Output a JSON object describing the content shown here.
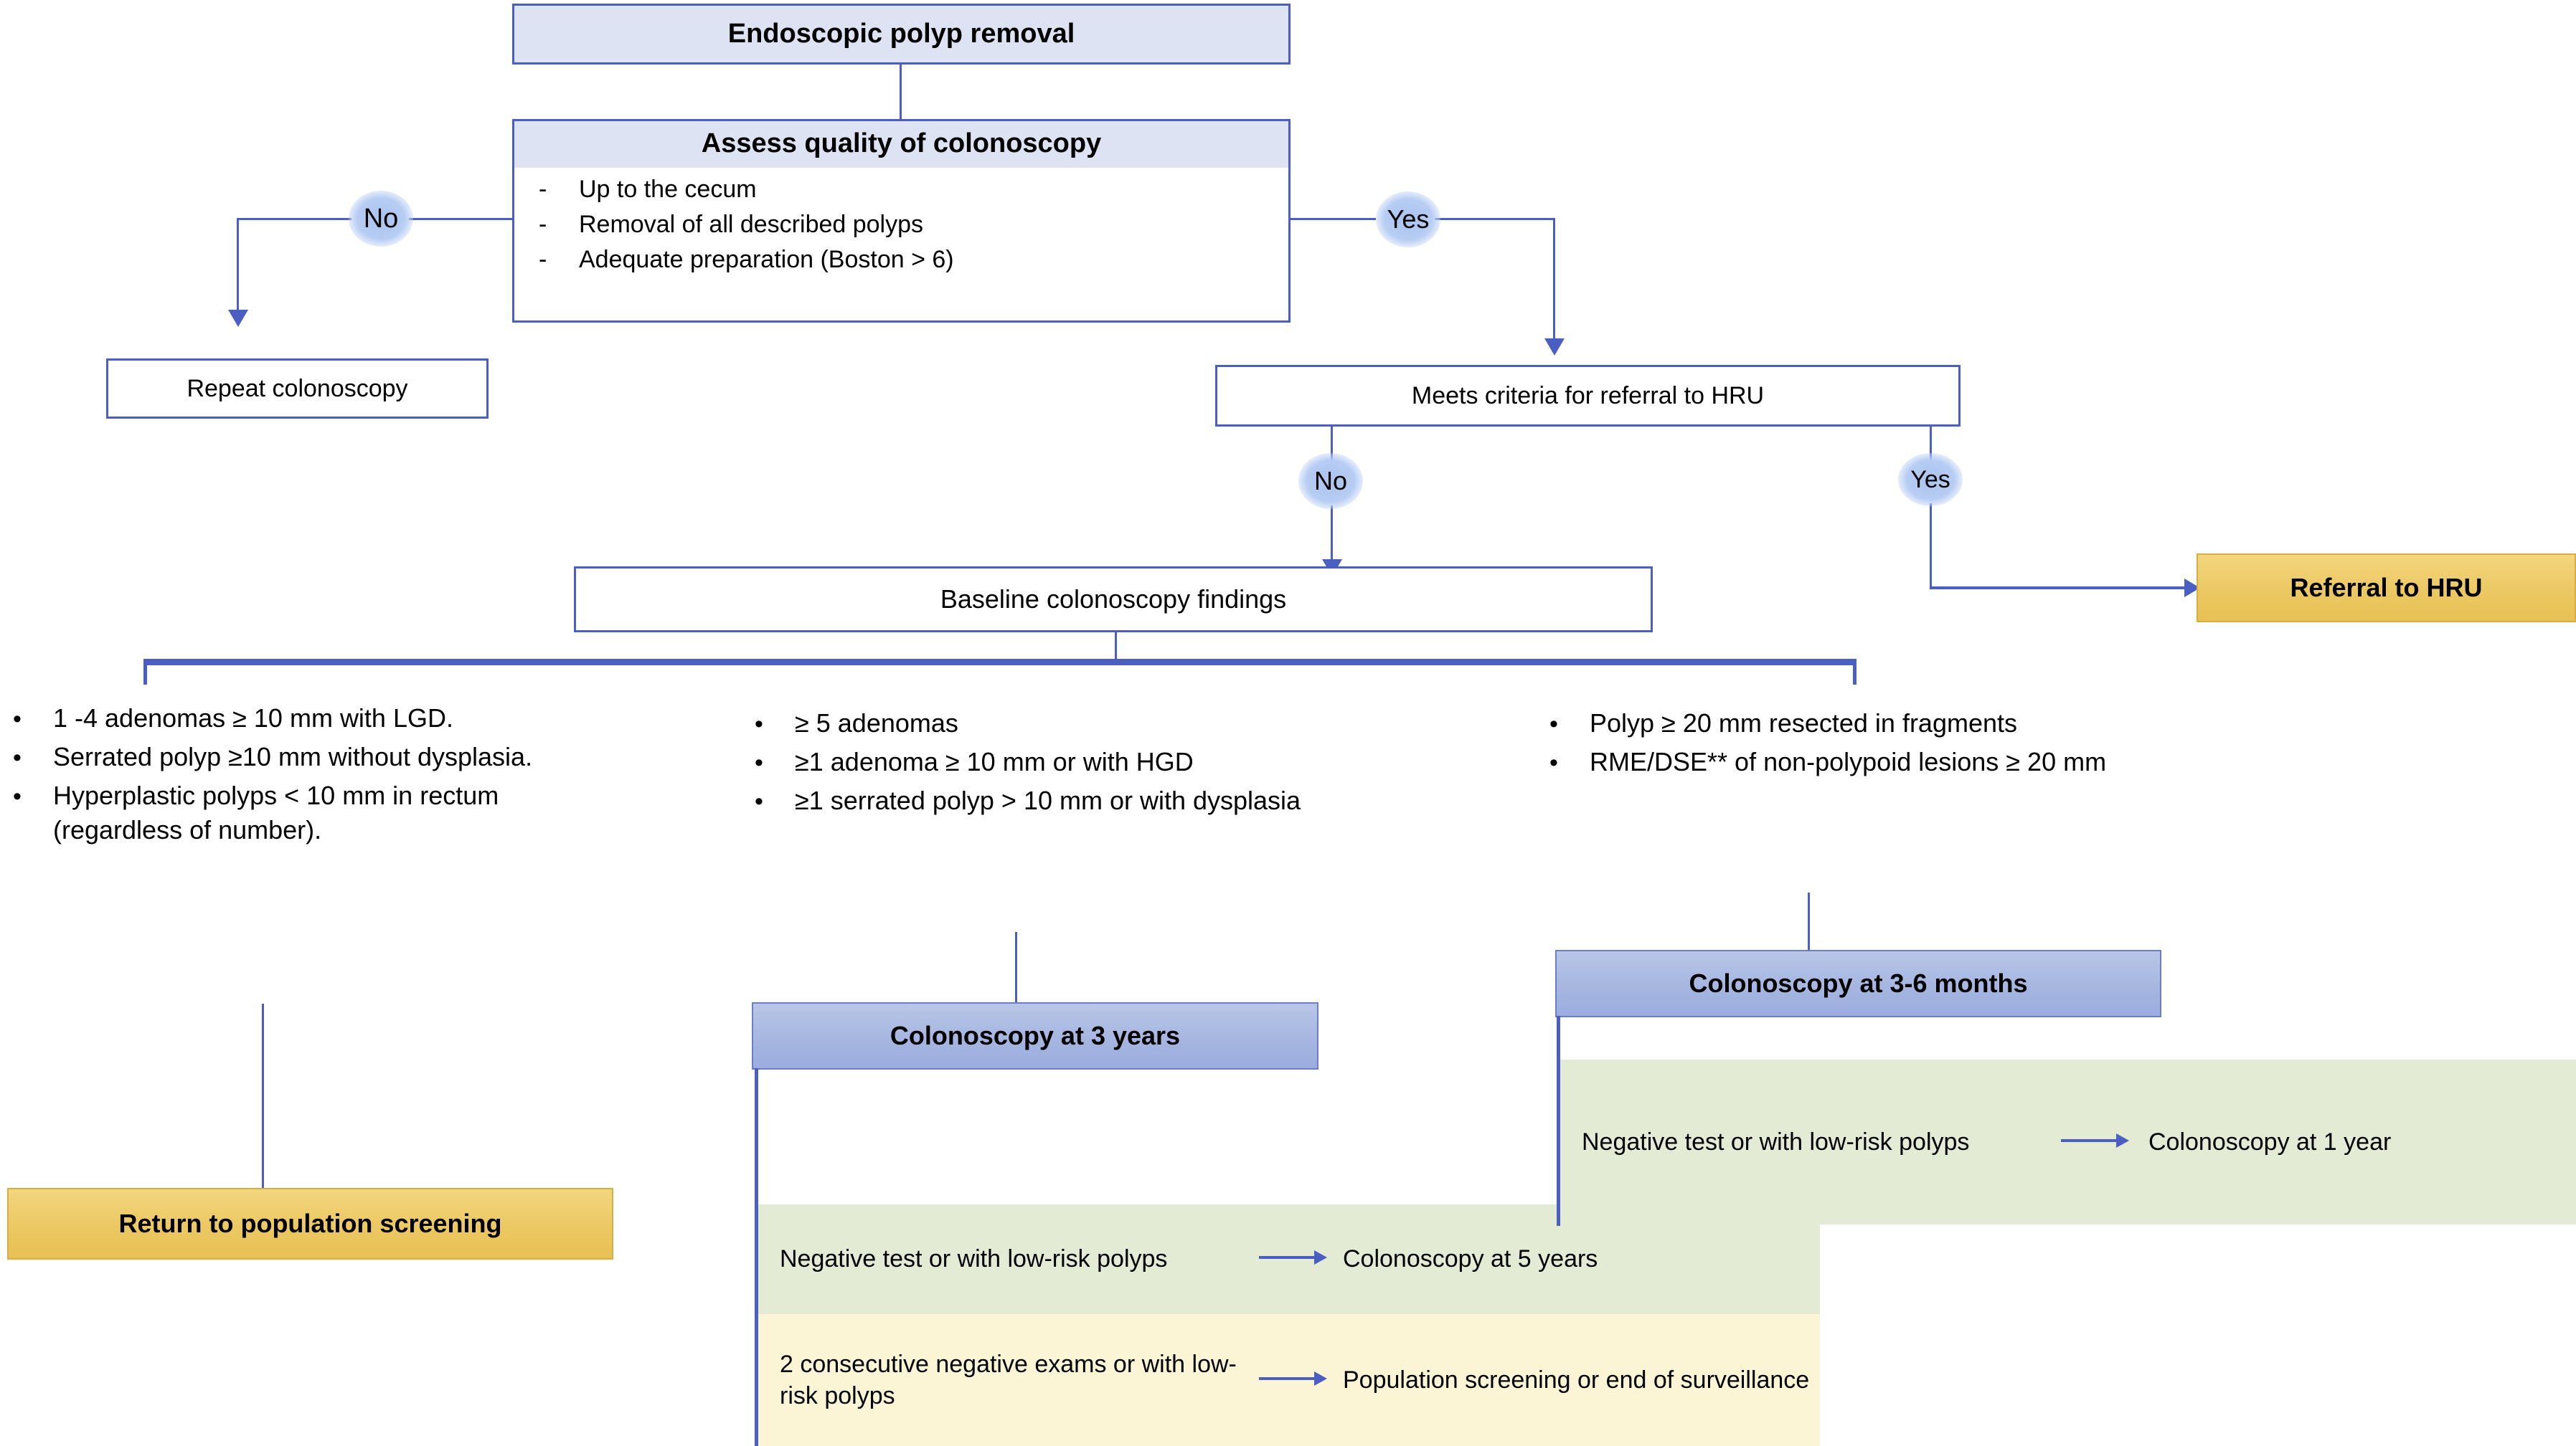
{
  "diagram": {
    "title": "Endoscopic polyp removal surveillance algorithm",
    "colors": {
      "line": "#4a5fc1",
      "header_light_blue": "#dde3f2",
      "header_blue": "#a6b6e0",
      "terminal_gold": "#ecc863",
      "panel_green": "#e3ebd5",
      "panel_cream": "#fbf5d6"
    }
  },
  "nodes": {
    "start": {
      "label": "Endoscopic polyp removal"
    },
    "quality": {
      "title": "Assess quality of colonoscopy",
      "dash": "-",
      "items": [
        "Up to the cecum",
        "Removal of all described polyps",
        "Adequate preparation (Boston > 6)"
      ]
    },
    "repeat": {
      "label": "Repeat colonoscopy"
    },
    "hru_criteria": {
      "label": "Meets criteria for referral to HRU"
    },
    "referral_hru": {
      "label": "Referral to HRU"
    },
    "baseline": {
      "label": "Baseline colonoscopy findings"
    },
    "return_population": {
      "label": "Return to population screening"
    },
    "colo_3y": {
      "label": "Colonoscopy at 3 years"
    },
    "colo_3_6m": {
      "label": "Colonoscopy at 3-6 months"
    }
  },
  "edge_labels": {
    "quality_no": "No",
    "quality_yes": "Yes",
    "hru_no": "No",
    "hru_yes": "Yes"
  },
  "columns": {
    "low_risk": {
      "bullet": "•",
      "items": [
        "1 -4 adenomas ≥ 10 mm with LGD.",
        "Serrated polyp ≥10 mm without dysplasia.",
        "Hyperplastic polyps < 10 mm in rectum (regardless of number)."
      ]
    },
    "intermediate_risk": {
      "bullet": "•",
      "items": [
        "≥ 5 adenomas",
        "≥1 adenoma ≥ 10 mm or with HGD",
        "≥1 serrated polyp > 10 mm or with dysplasia"
      ]
    },
    "high_risk": {
      "bullet": "•",
      "items": [
        "Polyp ≥ 20 mm resected in fragments",
        "RME/DSE** of non-polypoid lesions ≥ 20 mm"
      ]
    }
  },
  "outcomes": {
    "three_year": [
      {
        "condition": "Negative test or with low-risk polyps",
        "result": "Colonoscopy at 5 years",
        "tone": "green"
      },
      {
        "condition": "2 consecutive negative exams or with low-risk polyps",
        "result": "Population screening or end of surveillance",
        "tone": "cream"
      }
    ],
    "three_six_month": [
      {
        "condition": "Negative test or with low-risk polyps",
        "result": "Colonoscopy at 1 year",
        "tone": "green"
      }
    ]
  }
}
